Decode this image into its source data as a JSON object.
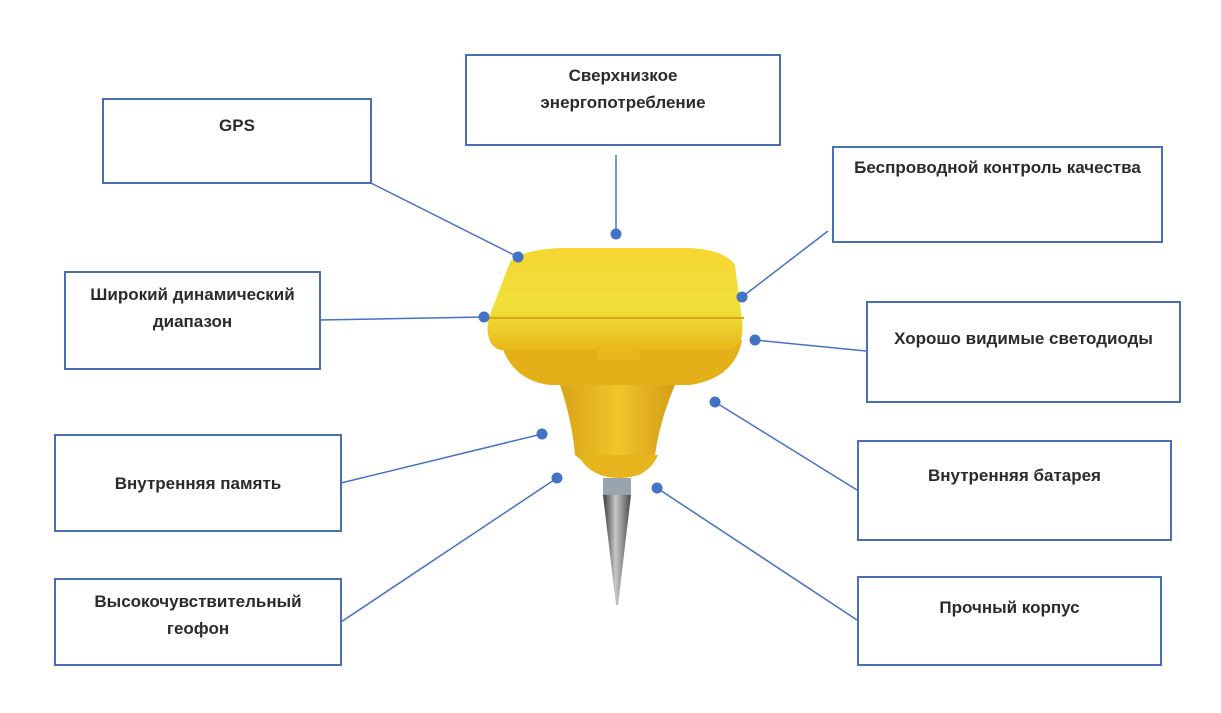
{
  "callouts": {
    "gps": "GPS",
    "low_power": "Сверхнизкое энергопотребление",
    "wireless_qc": "Беспроводной контроль качества",
    "dynamic_range": "Широкий динамический диапазон",
    "leds": "Хорошо видимые светодиоды",
    "memory": "Внутренняя память",
    "battery": "Внутренняя батарея",
    "geophone": "Высокочувствительный геофон",
    "housing": "Прочный корпус"
  },
  "colors": {
    "line": "#4472c4",
    "box_border": "#4a6fb5",
    "device": "#f2c81e"
  }
}
